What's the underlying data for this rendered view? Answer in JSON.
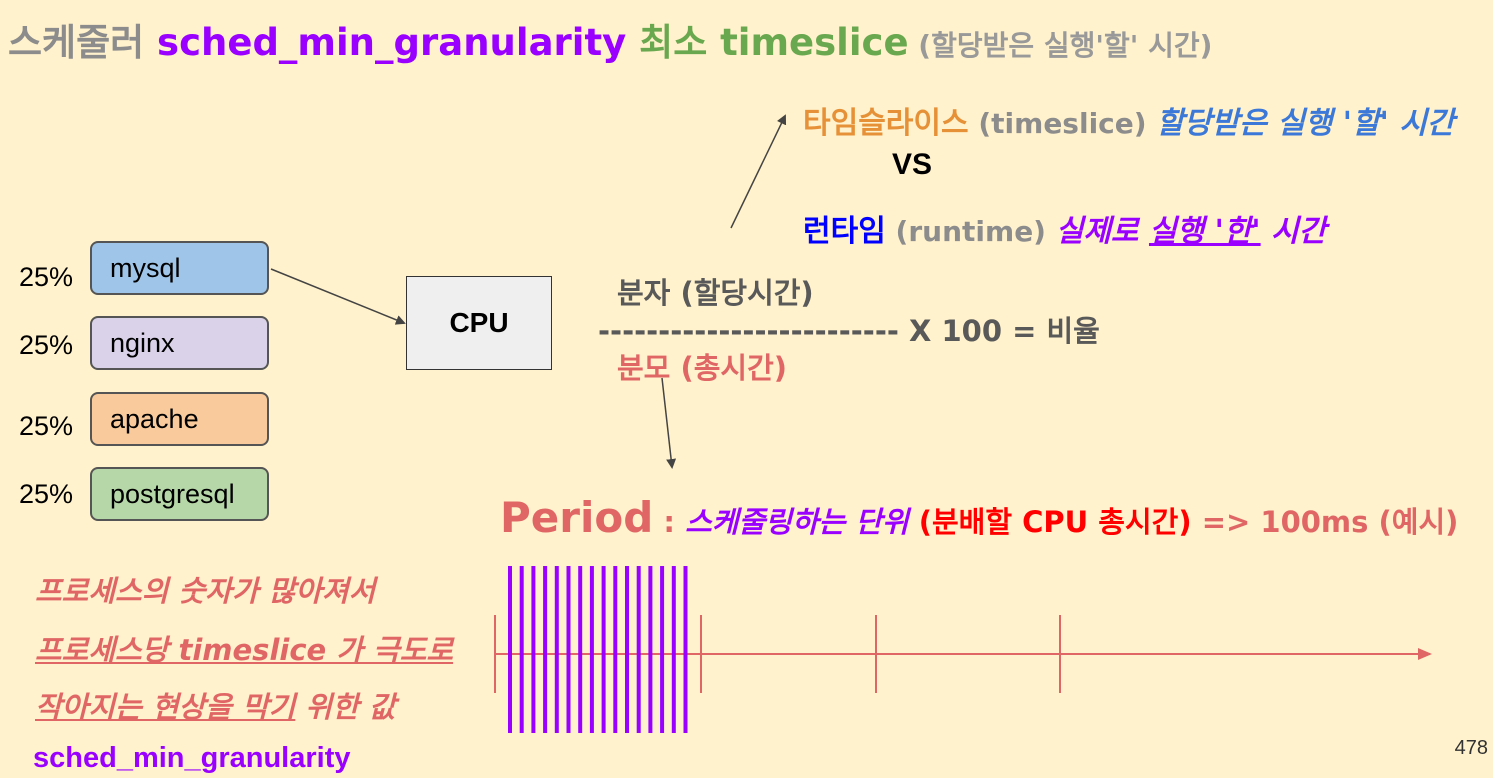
{
  "title": {
    "part1": "스케줄러 ",
    "part2": "sched_min_granularity",
    "part3": " 최소 ",
    "part4": "timeslice",
    "part5": " (할당받은 실행'할' 시간)"
  },
  "processes": [
    {
      "pct": "25%",
      "name": "mysql",
      "color": "#9fc5e8"
    },
    {
      "pct": "25%",
      "name": "nginx",
      "color": "#d9d2e9"
    },
    {
      "pct": "25%",
      "name": "apache",
      "color": "#f9cb9c"
    },
    {
      "pct": "25%",
      "name": "postgresql",
      "color": "#b6d7a8"
    }
  ],
  "cpu_label": "CPU",
  "timeslice_line": {
    "term": "타임슬라이스",
    "eng": " (timeslice) ",
    "desc": "할당받은 실행 '할' 시간"
  },
  "vs": "VS",
  "runtime_line": {
    "term": "런타임",
    "eng": " (runtime) ",
    "desc1": "실제로 ",
    "desc2": "실행 '한'",
    "desc3": " 시간"
  },
  "formula": {
    "numerator": "분자 (할당시간)",
    "dashes": "-------------------------",
    "rest": " X 100 = 비율",
    "denominator": "분모 (총시간)"
  },
  "period_line": {
    "word": "Period",
    "colon": " : ",
    "desc": "스케줄링하는 단위 ",
    "paren": "(분배할 CPU 총시간)",
    "example": " => 100ms (예시)"
  },
  "notes": {
    "line1": "프로세스의 숫자가 많아져서",
    "line2": "프로세스당 timeslice 가 극도로",
    "line3a": "작아지는 현상을 막기",
    "line3b": " 위한 값",
    "param": "sched_min_granularity"
  },
  "page_number": "478",
  "colors": {
    "background": "#fff2cc",
    "purple": "#9900ff",
    "coral": "#e06666",
    "timeline_tick": "#9900ff"
  }
}
